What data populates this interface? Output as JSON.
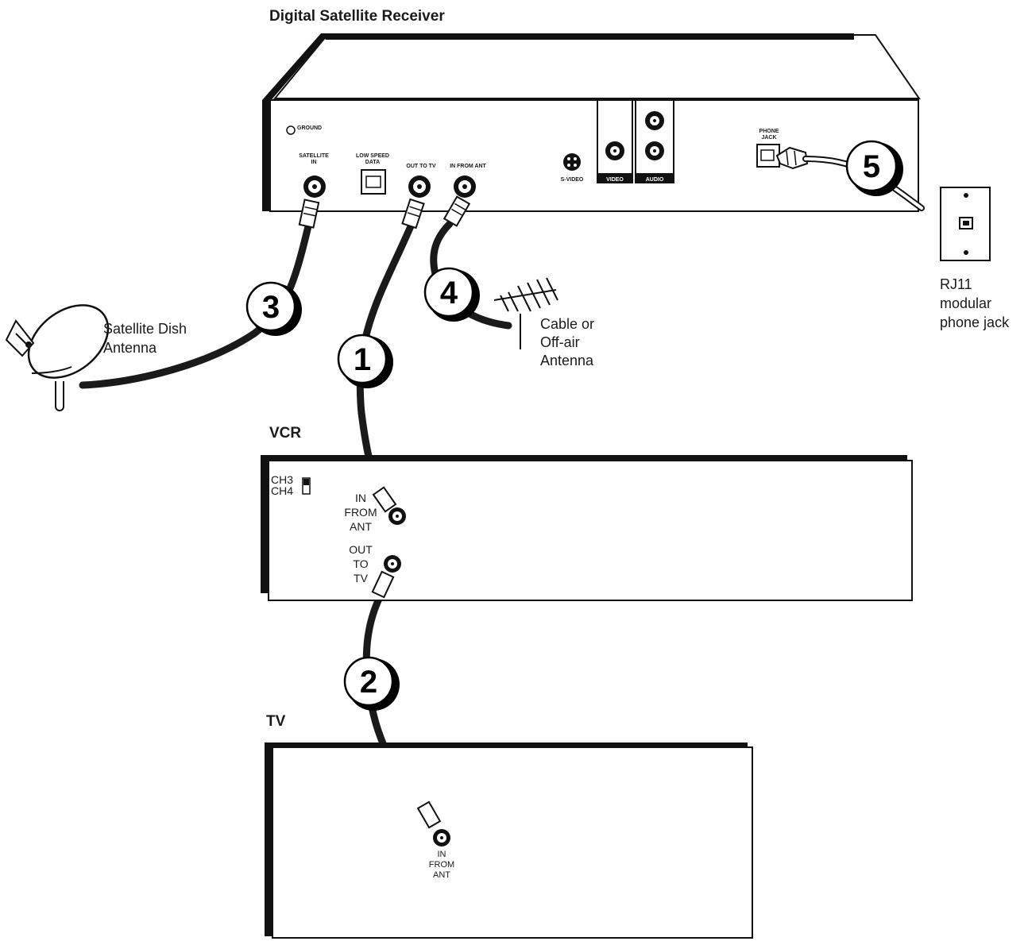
{
  "receiver": {
    "title": "Digital Satellite Receiver",
    "ports": {
      "ground": "GROUND",
      "satellite_in": [
        "SATELLITE",
        "IN"
      ],
      "low_speed_data": [
        "LOW SPEED",
        "DATA"
      ],
      "out_to_tv": "OUT TO TV",
      "in_from_ant": "IN FROM ANT",
      "s_video": "S-VIDEO",
      "video": "VIDEO",
      "audio": "AUDIO",
      "phone_jack": [
        "PHONE",
        "JACK"
      ]
    }
  },
  "steps": [
    "1",
    "2",
    "3",
    "4",
    "5"
  ],
  "labels": {
    "satellite_dish": [
      "Satellite Dish",
      "Antenna"
    ],
    "antenna": [
      "Cable or",
      "Off-air",
      "Antenna"
    ],
    "phone_jack": [
      "RJ11",
      "modular",
      "phone jack"
    ]
  },
  "vcr": {
    "title": "VCR",
    "ch3": "CH3",
    "ch4": "CH4",
    "in_from_ant": [
      "IN",
      "FROM",
      "ANT"
    ],
    "out_to_tv": [
      "OUT",
      "TO",
      "TV"
    ]
  },
  "tv": {
    "title": "TV",
    "in_from_ant": [
      "IN",
      "FROM",
      "ANT"
    ]
  }
}
